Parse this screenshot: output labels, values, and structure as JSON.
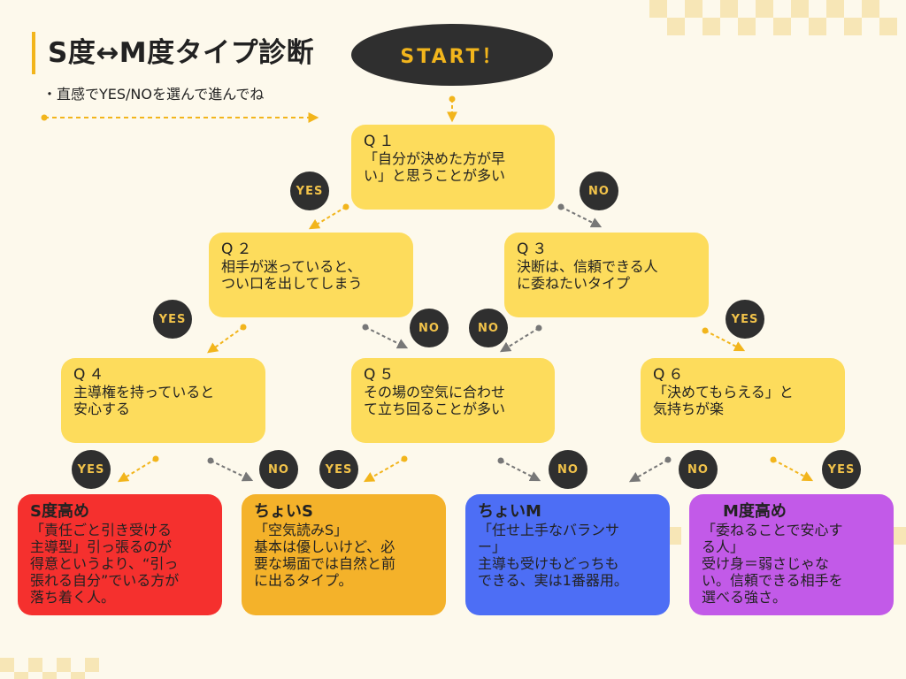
{
  "title": "S度↔M度タイプ診断",
  "subtitle": "・直感でYES/NOを選んで進んでね",
  "start_label": "START！",
  "questions": {
    "q1": {
      "num": "Q１",
      "text": "「自分が決めた方が早\nい」と思うことが多い"
    },
    "q2": {
      "num": "Q２",
      "text": "相手が迷っていると、\nつい口を出してしまう"
    },
    "q3": {
      "num": "Q３",
      "text": "決断は、信頼できる人\nに委ねたいタイプ"
    },
    "q4": {
      "num": "Q４",
      "text": "主導権を持っていると\n安心する"
    },
    "q5": {
      "num": "Q５",
      "text": "その場の空気に合わせ\nて立ち回ることが多い"
    },
    "q6": {
      "num": "Q６",
      "text": "「決めてもらえる」と\n気持ちが楽"
    }
  },
  "badges": {
    "yes": "YES",
    "no": "NO"
  },
  "results": {
    "s_high": {
      "title": "S度高め",
      "subtitle": "「責任ごと引き受ける\n主導型」引っ張るのが\n得意というより、“引っ\n張れる自分”でいる方が\n落ち着く人。",
      "desc": ""
    },
    "slight_s": {
      "title": "ちょいS",
      "subtitle": "「空気読みS」",
      "desc": "基本は優しいけど、必\n要な場面では自然と前\nに出るタイプ。"
    },
    "slight_m": {
      "title": "ちょいM",
      "subtitle": "「任せ上手なバランサ\nー」",
      "desc": "主導も受けもどっちも\nできる、実は1番器用。"
    },
    "m_high": {
      "title": "M度高め",
      "subtitle": "「委ねることで安心す\nる人」",
      "desc": "受け身＝弱さじゃな\nい。信頼できる相手を\n選べる強さ。"
    }
  },
  "colors": {
    "question_fill": "#fddc5c",
    "badge_fill": "#2f2f2f",
    "accent": "#f2b51c",
    "s_high": "#f5302e",
    "slight_s": "#f4b22a",
    "slight_m": "#4d6ef5",
    "m_high": "#c25ae8"
  }
}
